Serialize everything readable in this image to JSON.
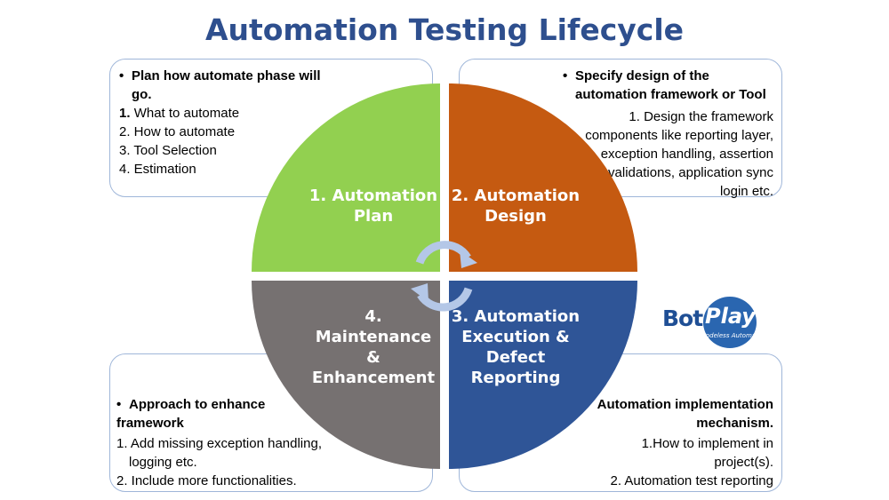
{
  "title": "Automation Testing Lifecycle",
  "quadrants": {
    "plan": {
      "label_lines": [
        "1. Automation",
        "Plan"
      ],
      "color": "#92d050"
    },
    "design": {
      "label_lines": [
        "2. Automation",
        "Design"
      ],
      "color": "#c55a11"
    },
    "execution": {
      "label_lines": [
        "3. Automation",
        "Execution &",
        "Defect",
        "Reporting"
      ],
      "color": "#2f5597"
    },
    "maintenance": {
      "label_lines": [
        "4.",
        "Maintenance",
        "&",
        "Enhancement"
      ],
      "color": "#767171"
    }
  },
  "boxes": {
    "plan": {
      "heading_lines": [
        "Plan how automate phase will",
        "go."
      ],
      "items": [
        "1. What to automate",
        "2. How to automate",
        "3. Tool Selection",
        "4. Estimation"
      ]
    },
    "design": {
      "heading_lines": [
        "Specify design of the",
        "automation framework or Tool"
      ],
      "body_lines": [
        "1. Design the framework",
        "components like reporting layer,",
        "exception handling, assertion",
        "l validations, application sync",
        "login etc."
      ]
    },
    "maintenance": {
      "heading_lines": [
        "Approach to enhance",
        "framework"
      ],
      "items": [
        "1. Add missing exception handling,",
        "logging etc.",
        "2.  Include more functionalities."
      ]
    },
    "execution": {
      "heading_lines": [
        "Automation implementation",
        "mechanism."
      ],
      "items": [
        "1.How to implement in",
        "project(s).",
        "2. Automation test reporting"
      ]
    }
  },
  "logo": {
    "part1": "Bot",
    "part2": "Play",
    "tagline": "Codeless Automation"
  },
  "arrow_color": "#b4c7e7"
}
